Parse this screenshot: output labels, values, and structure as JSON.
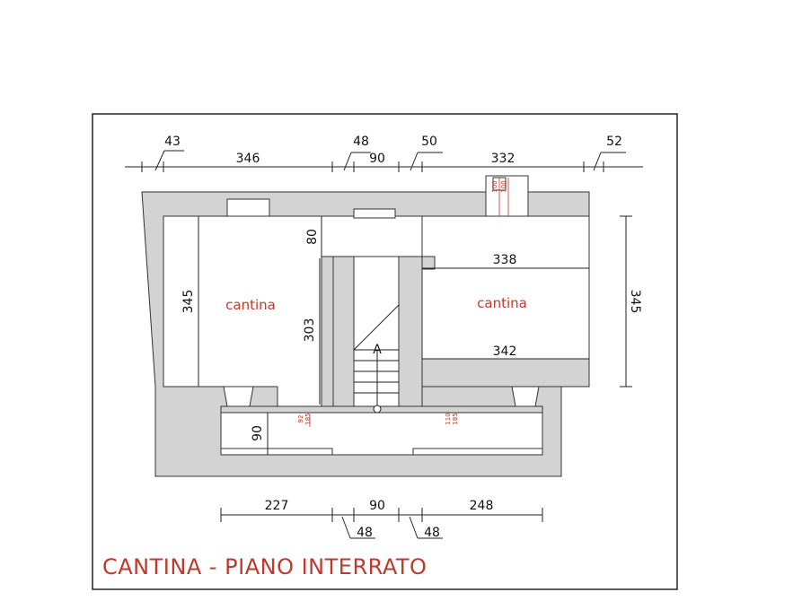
{
  "title": "CANTINA - PIANO INTERRATO",
  "rooms": [
    {
      "label": "cantina"
    },
    {
      "label": "cantina"
    }
  ],
  "top_dimensions": {
    "d43": "43",
    "d346": "346",
    "d48": "48",
    "d90": "90",
    "d50": "50",
    "d332": "332",
    "d52": "52"
  },
  "bottom_dimensions": {
    "d227": "227",
    "d90": "90",
    "d248": "248",
    "d48a": "48",
    "d48b": "48"
  },
  "interior_dimensions": {
    "left_room_height": "345",
    "corridor_depth": "80",
    "stair_wall_height": "303",
    "right_room_width_top": "338",
    "right_room_width_bottom": "342",
    "right_side_height": "345",
    "lower_hall_depth": "90"
  },
  "openings": {
    "chimney_a": "100",
    "chimney_b": "100",
    "door_left_top": "92",
    "door_left_bottom": "185",
    "door_right_top": "110",
    "door_right_bottom": "185"
  },
  "stair_marker": "A"
}
